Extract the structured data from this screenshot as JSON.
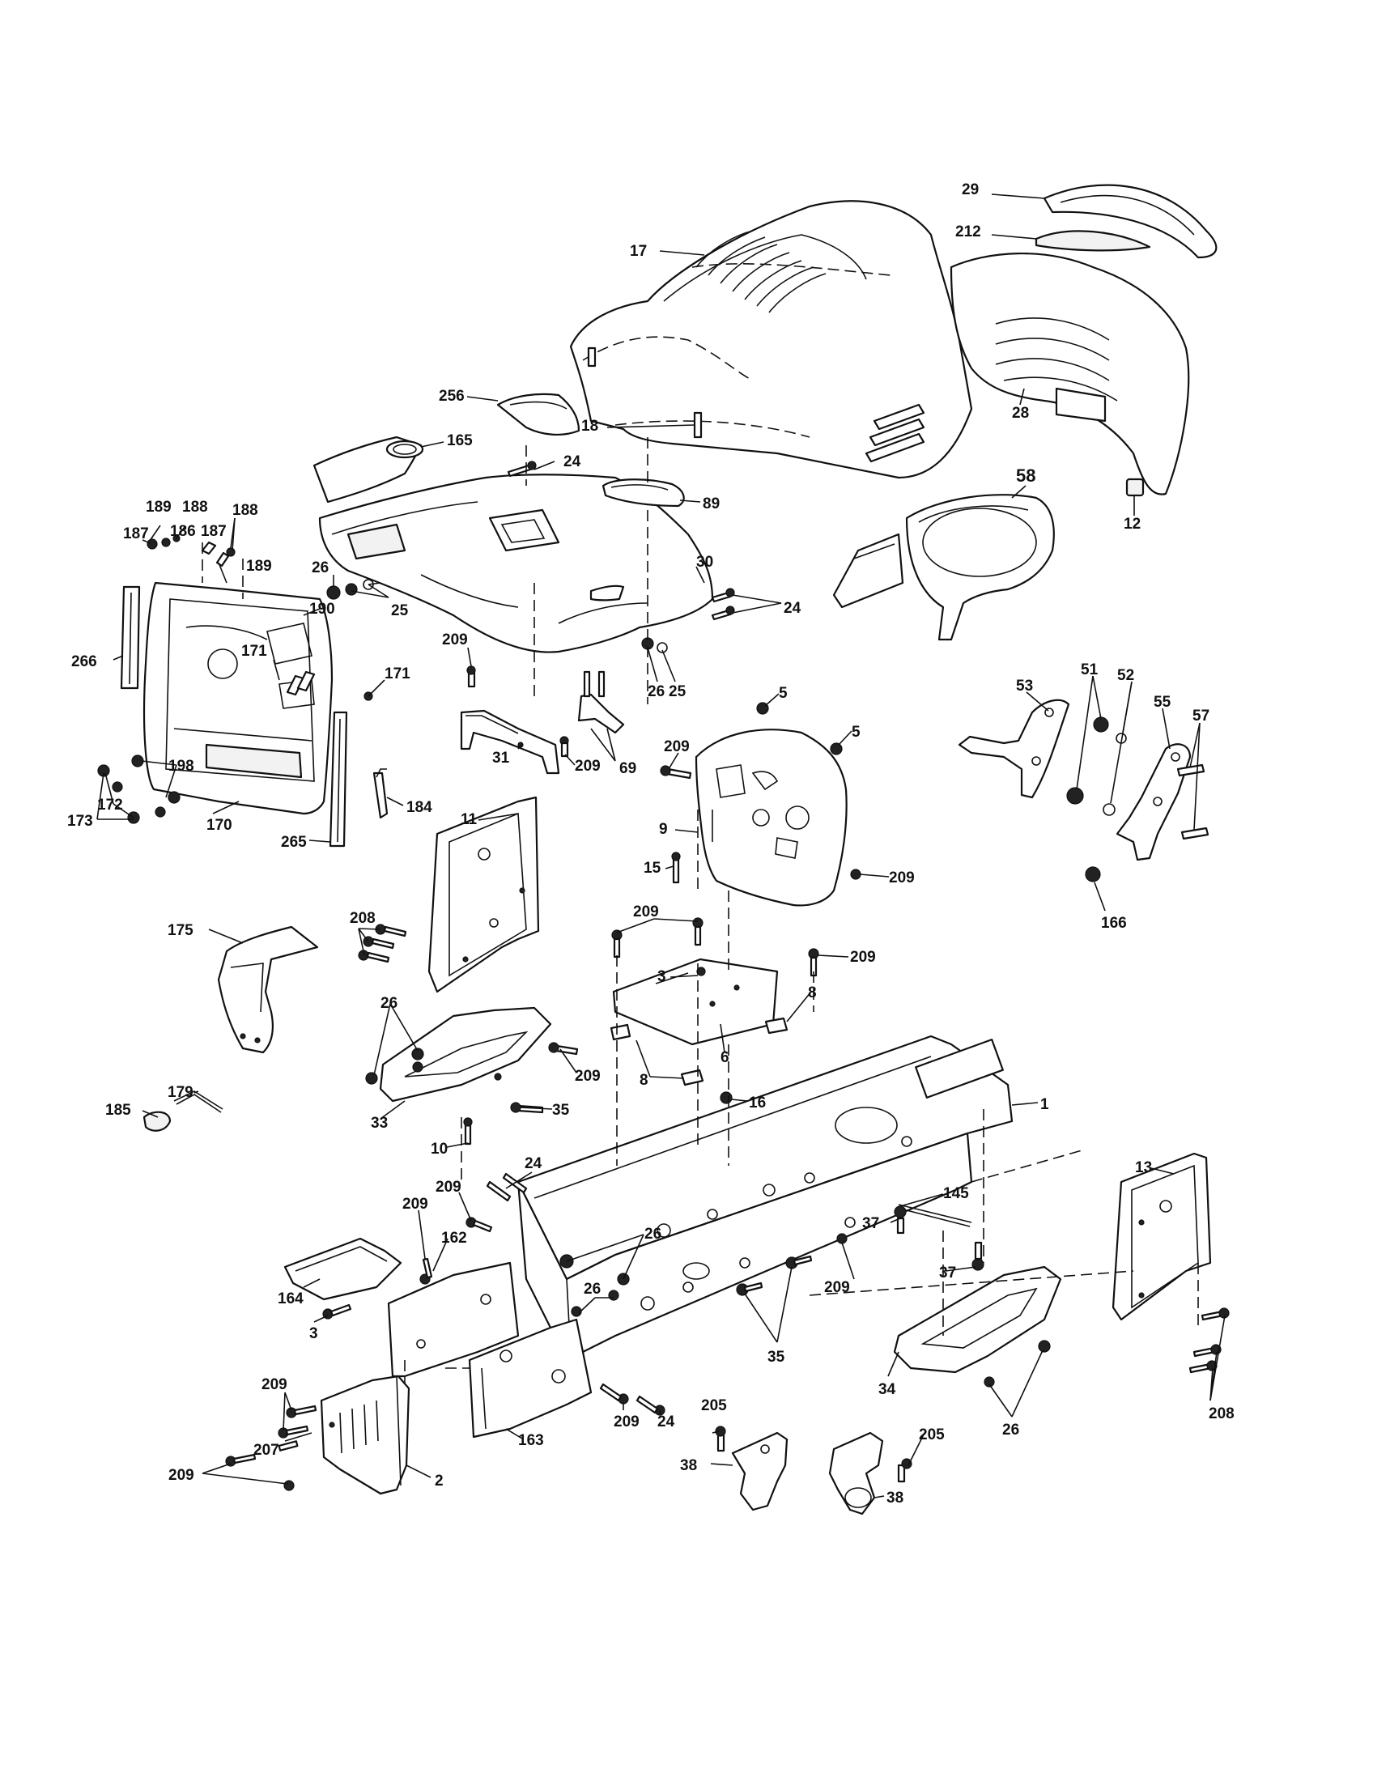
{
  "labels": {
    "p17": "17",
    "p29": "29",
    "p212": "212",
    "p28": "28",
    "p18": "18",
    "p256": "256",
    "p165": "165",
    "p24a": "24",
    "p89": "89",
    "p30": "30",
    "p24b": "24",
    "p58": "58",
    "p12": "12",
    "p189a": "189",
    "p188a": "188",
    "p188b": "188",
    "p187a": "187",
    "p186": "186",
    "p187b": "187",
    "p189b": "189",
    "p190": "190",
    "p171a": "171",
    "p171b": "171",
    "p266": "266",
    "p198": "198",
    "p172": "172",
    "p173": "173",
    "p170": "170",
    "p265": "265",
    "p184": "184",
    "p26a": "26",
    "p25a": "25",
    "p26b": "26",
    "p25b": "25",
    "p209a": "209",
    "p31": "31",
    "p209b": "209",
    "p69": "69",
    "p5a": "5",
    "p5b": "5",
    "p209c": "209",
    "p9": "9",
    "p15": "15",
    "p209d": "209",
    "p53": "53",
    "p51": "51",
    "p52": "52",
    "p55": "55",
    "p57": "57",
    "p166": "166",
    "p11": "11",
    "p208a": "208",
    "p175": "175",
    "p209e": "209",
    "p209f": "209",
    "p3a": "3",
    "p8a": "8",
    "p6": "6",
    "p8b": "8",
    "p26c": "26",
    "p209g": "209",
    "p35a": "35",
    "p33": "33",
    "p10": "10",
    "p16": "16",
    "p1": "1",
    "p179": "179",
    "p185": "185",
    "p24c": "24",
    "p209h": "209",
    "p209i": "209",
    "p26d": "26",
    "p162": "162",
    "p145": "145",
    "p37a": "37",
    "p37b": "37",
    "p209j": "209",
    "p13": "13",
    "p164": "164",
    "p3b": "3",
    "p26e": "26",
    "p35b": "35",
    "p34": "34",
    "p26f": "26",
    "p208b": "208",
    "p209k": "209",
    "p207": "207",
    "p209l": "209",
    "p209m": "209",
    "p24d": "24",
    "p163": "163",
    "p205a": "205",
    "p205b": "205",
    "p38a": "38",
    "p38b": "38",
    "p2": "2"
  }
}
